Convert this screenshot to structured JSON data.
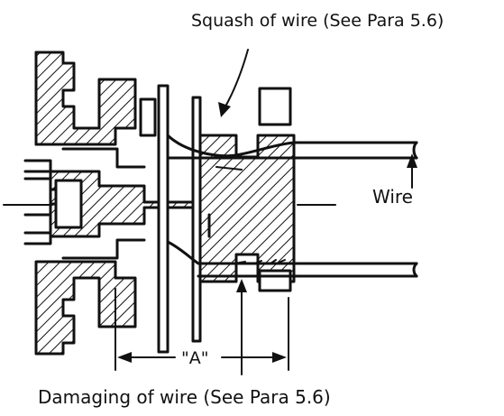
{
  "labels": {
    "squash": "Squash of wire (See Para 5.6)",
    "wire": "Wire",
    "dimension": "\"A\"",
    "damaging": "Damaging of wire (See Para 5.6)"
  }
}
